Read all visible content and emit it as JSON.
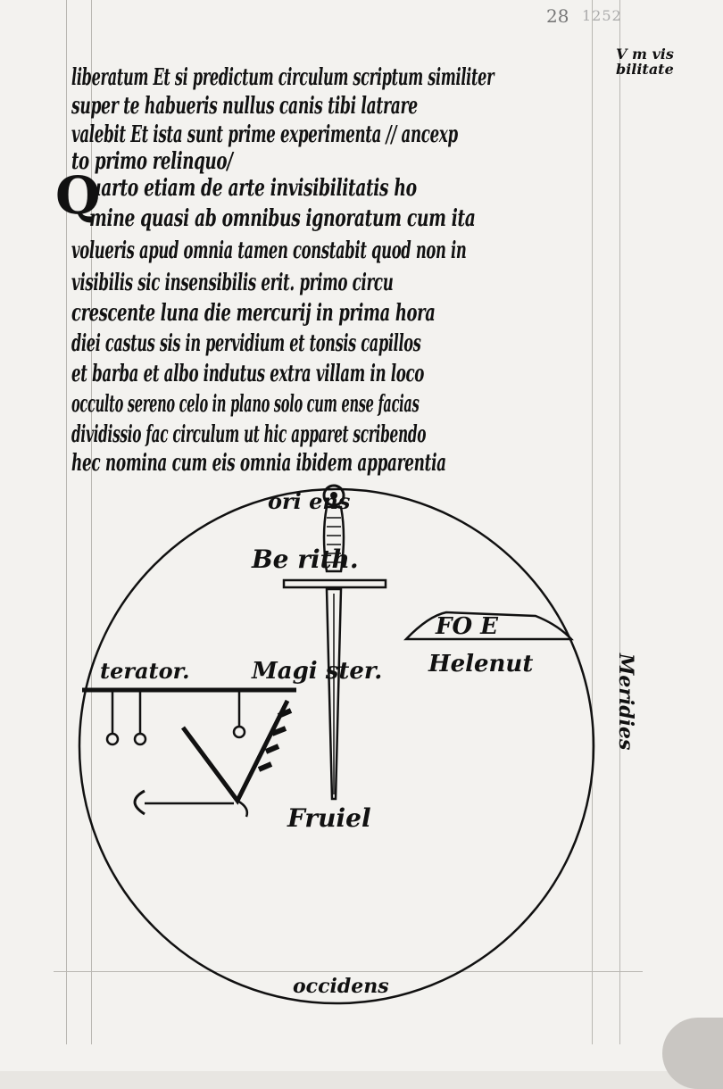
{
  "folio": {
    "number": "28",
    "stamp": "1252"
  },
  "margin_note": {
    "line1": "V m vis",
    "line2": "bilitate"
  },
  "text_lines": [
    "liberatum Et si predictum circulum scriptum similiter",
    "super te habueris nullus canis tibi latrare",
    "valebit Et ista sunt prime experimenta // ancexp",
    "to primo relinquo/",
    "uarto etiam de arte invisibilitatis ho",
    "mine quasi ab omnibus ignoratum cum ita",
    "volueris apud omnia tamen constabit quod non in",
    "visibilis sic insensibilis erit. primo circu",
    "crescente luna die mercurij in prima hora",
    "diei castus sis in pervidium et tonsis capillos",
    "et barba et albo indutus extra villam in loco",
    "occulto sereno celo in plano solo cum ense facias",
    "dividissio fac circulum ut hic apparet scribendo",
    "hec nomina cum eis omnia ibidem apparentia"
  ],
  "initial_letter": "Q",
  "diagram": {
    "top": "ori ens",
    "name_top": "Be rith.",
    "name_right": "Helenut",
    "middle": "terator. Magister. Helenut",
    "west_label": "terator.",
    "center_label": "Magi ster.",
    "bottom_name": "Fruiel",
    "east": "Meridies",
    "west_bottom": "occidens",
    "sigil": "FO E"
  }
}
